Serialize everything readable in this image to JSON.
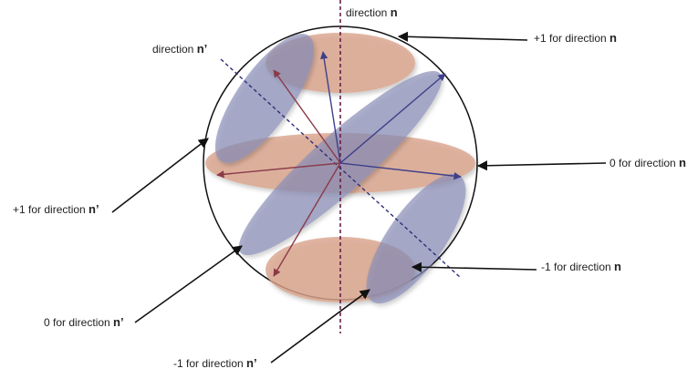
{
  "labels": {
    "dir_n_prefix": "direction ",
    "dir_n_bold": "n",
    "dir_np_prefix": "direction ",
    "dir_np_bold": "n’",
    "plus1_n_prefix": "+1 for direction ",
    "plus1_n_bold": "n",
    "zero_n_prefix": "0 for direction ",
    "zero_n_bold": "n",
    "minus1_n_prefix": "-1 for direction ",
    "minus1_n_bold": "n",
    "plus1_np_prefix": "+1 for direction ",
    "plus1_np_bold": "n’",
    "zero_np_prefix": "0 for direction ",
    "zero_np_bold": "n’",
    "minus1_np_prefix": "-1 for direction ",
    "minus1_np_bold": "n’"
  },
  "colors": {
    "orange_fill": "#d9a48c",
    "blue_fill": "#8a8fb8",
    "red_arrow": "#8b3a4a",
    "blue_arrow": "#3f3f8a",
    "axis_n": "#6b1f4a",
    "axis_np": "#2f2f7a"
  }
}
